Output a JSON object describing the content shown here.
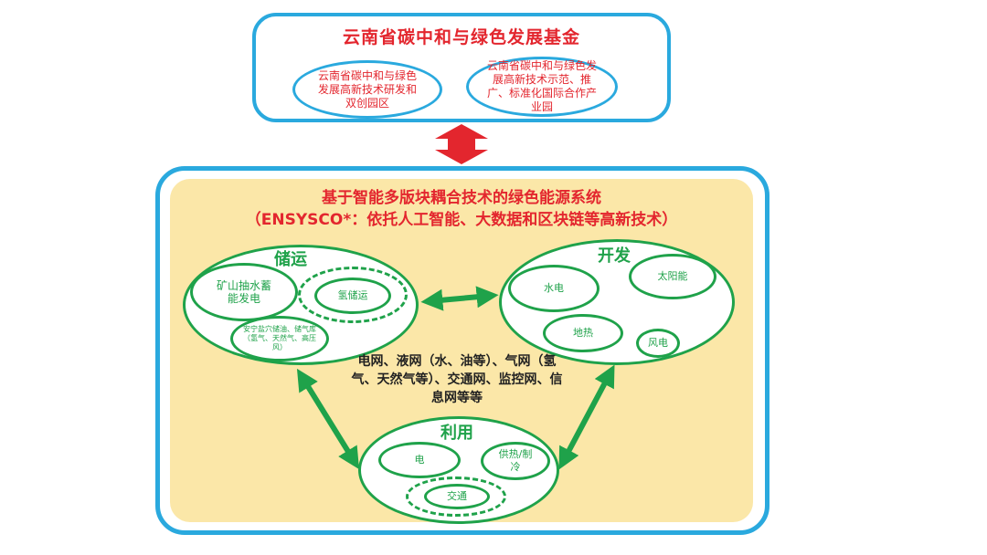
{
  "fund": {
    "title": "云南省碳中和与绿色发展基金",
    "park_left": "云南省碳中和与绿色发展高新技术研发和双创园区",
    "park_right": "云南省碳中和与绿色发展高新技术示范、推广、标准化国际合作产业园"
  },
  "system": {
    "title_line1": "基于智能多版块耦合技术的绿色能源系统",
    "title_line2": "（ENSYSCO*：依托人工智能、大数据和区块链等高新技术）"
  },
  "storage": {
    "label": "储运",
    "pumped_hydro": "矿山抽水蓄能发电",
    "hydrogen": "氢储运",
    "gas_storage": "安宁盐穴储油、储气库（氢气、天然气、高压风）"
  },
  "development": {
    "label": "开发",
    "hydro": "水电",
    "solar": "太阳能",
    "geothermal": "地热",
    "wind": "风电"
  },
  "utilization": {
    "label": "利用",
    "electricity": "电",
    "heating_cooling": "供热/制冷",
    "transport": "交通"
  },
  "networks": "电网、液网（水、油等）、气网（氢气、天然气等）、交通网、监控网、信息网等等",
  "colors": {
    "red": "#e3262e",
    "blue": "#2aa9de",
    "green": "#1fa24a",
    "yellow": "#fbe7a8"
  }
}
